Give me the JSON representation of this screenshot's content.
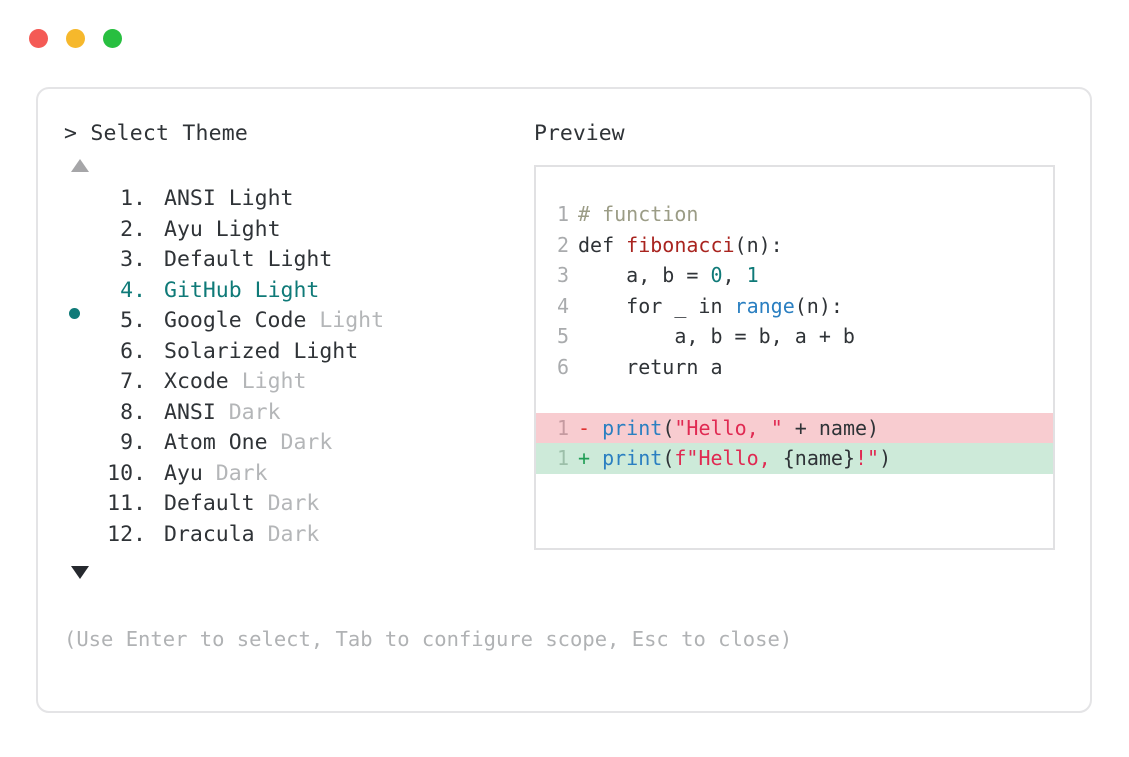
{
  "window": {
    "buttons": [
      {
        "name": "close",
        "color": "#f45a55"
      },
      {
        "name": "minimize",
        "color": "#f6b82c"
      },
      {
        "name": "maximize",
        "color": "#28bf40"
      }
    ]
  },
  "selector": {
    "prompt_caret": ">",
    "prompt_label": "Select Theme",
    "scroll_up_icon": "triangle-up",
    "scroll_down_icon": "triangle-down",
    "selected_index": 4,
    "selected_bullet": "●",
    "items": [
      {
        "index": "1.",
        "name": "ANSI",
        "variant": "Light",
        "variant_muted": false,
        "selected": false
      },
      {
        "index": "2.",
        "name": "Ayu",
        "variant": "Light",
        "variant_muted": false,
        "selected": false
      },
      {
        "index": "3.",
        "name": "Default",
        "variant": "Light",
        "variant_muted": false,
        "selected": false
      },
      {
        "index": "4.",
        "name": "GitHub",
        "variant": "Light",
        "variant_muted": false,
        "selected": true
      },
      {
        "index": "5.",
        "name": "Google Code",
        "variant": "Light",
        "variant_muted": true,
        "selected": false
      },
      {
        "index": "6.",
        "name": "Solarized",
        "variant": "Light",
        "variant_muted": false,
        "selected": false
      },
      {
        "index": "7.",
        "name": "Xcode",
        "variant": "Light",
        "variant_muted": true,
        "selected": false
      },
      {
        "index": "8.",
        "name": "ANSI",
        "variant": "Dark",
        "variant_muted": true,
        "selected": false
      },
      {
        "index": "9.",
        "name": "Atom One",
        "variant": "Dark",
        "variant_muted": true,
        "selected": false
      },
      {
        "index": "10.",
        "name": "Ayu",
        "variant": "Dark",
        "variant_muted": true,
        "selected": false
      },
      {
        "index": "11.",
        "name": "Default",
        "variant": "Dark",
        "variant_muted": true,
        "selected": false
      },
      {
        "index": "12.",
        "name": "Dracula",
        "variant": "Dark",
        "variant_muted": true,
        "selected": false
      }
    ]
  },
  "preview": {
    "label": "Preview",
    "code_lines": [
      {
        "gutter": "1",
        "tokens": [
          {
            "t": "# function",
            "c": "comment"
          }
        ]
      },
      {
        "gutter": "2",
        "tokens": [
          {
            "t": "def ",
            "c": "plain"
          },
          {
            "t": "fibonacci",
            "c": "func"
          },
          {
            "t": "(n):",
            "c": "plain"
          }
        ]
      },
      {
        "gutter": "3",
        "tokens": [
          {
            "t": "    a, b = ",
            "c": "plain"
          },
          {
            "t": "0",
            "c": "num"
          },
          {
            "t": ", ",
            "c": "plain"
          },
          {
            "t": "1",
            "c": "num"
          }
        ]
      },
      {
        "gutter": "4",
        "tokens": [
          {
            "t": "    for _ in ",
            "c": "plain"
          },
          {
            "t": "range",
            "c": "builtin"
          },
          {
            "t": "(n):",
            "c": "plain"
          }
        ]
      },
      {
        "gutter": "5",
        "tokens": [
          {
            "t": "        a, b = b, a + b",
            "c": "plain"
          }
        ]
      },
      {
        "gutter": "6",
        "tokens": [
          {
            "t": "    return a",
            "c": "plain"
          }
        ]
      }
    ],
    "diff_lines": [
      {
        "gutter": "1",
        "kind": "del",
        "sign": "-",
        "tokens": [
          {
            "t": "print",
            "c": "builtin"
          },
          {
            "t": "(",
            "c": "plain"
          },
          {
            "t": "\"Hello, \"",
            "c": "string"
          },
          {
            "t": " + name)",
            "c": "plain"
          }
        ]
      },
      {
        "gutter": "1",
        "kind": "add",
        "sign": "+",
        "tokens": [
          {
            "t": "print",
            "c": "builtin"
          },
          {
            "t": "(",
            "c": "plain"
          },
          {
            "t": "f\"Hello, ",
            "c": "string"
          },
          {
            "t": "{name}",
            "c": "plain"
          },
          {
            "t": "!\"",
            "c": "string"
          },
          {
            "t": ")",
            "c": "plain"
          }
        ]
      }
    ]
  },
  "footer": {
    "hint": "(Use Enter to select, Tab to configure scope, Esc to close)"
  }
}
